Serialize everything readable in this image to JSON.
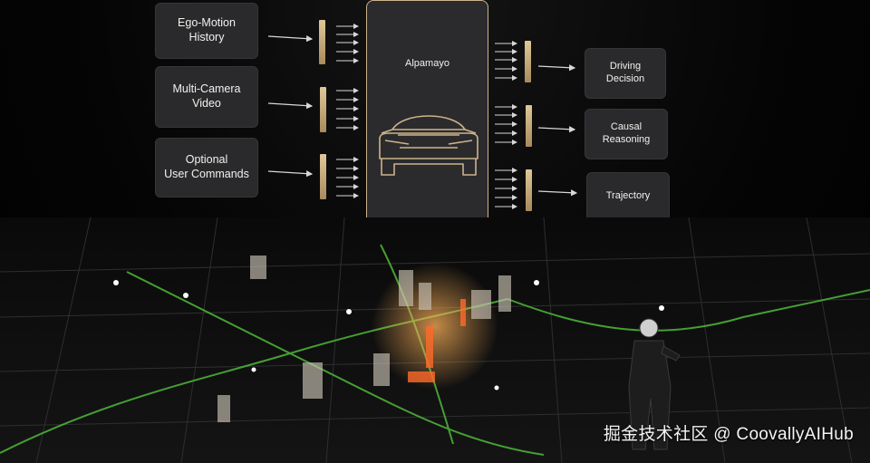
{
  "diagram": {
    "inputs": [
      {
        "label": "Ego-Motion\nHistory"
      },
      {
        "label": "Multi-Camera\nVideo"
      },
      {
        "label": "Optional\nUser Commands"
      }
    ],
    "model": {
      "title": "Alpamayo"
    },
    "outputs": [
      {
        "label": "Driving\nDecision"
      },
      {
        "label": "Causal\nReasoning"
      },
      {
        "label": "Trajectory"
      }
    ],
    "accent_color": "#cdb48a"
  },
  "watermark": "掘金技术社区 @ CoovallyAIHub"
}
